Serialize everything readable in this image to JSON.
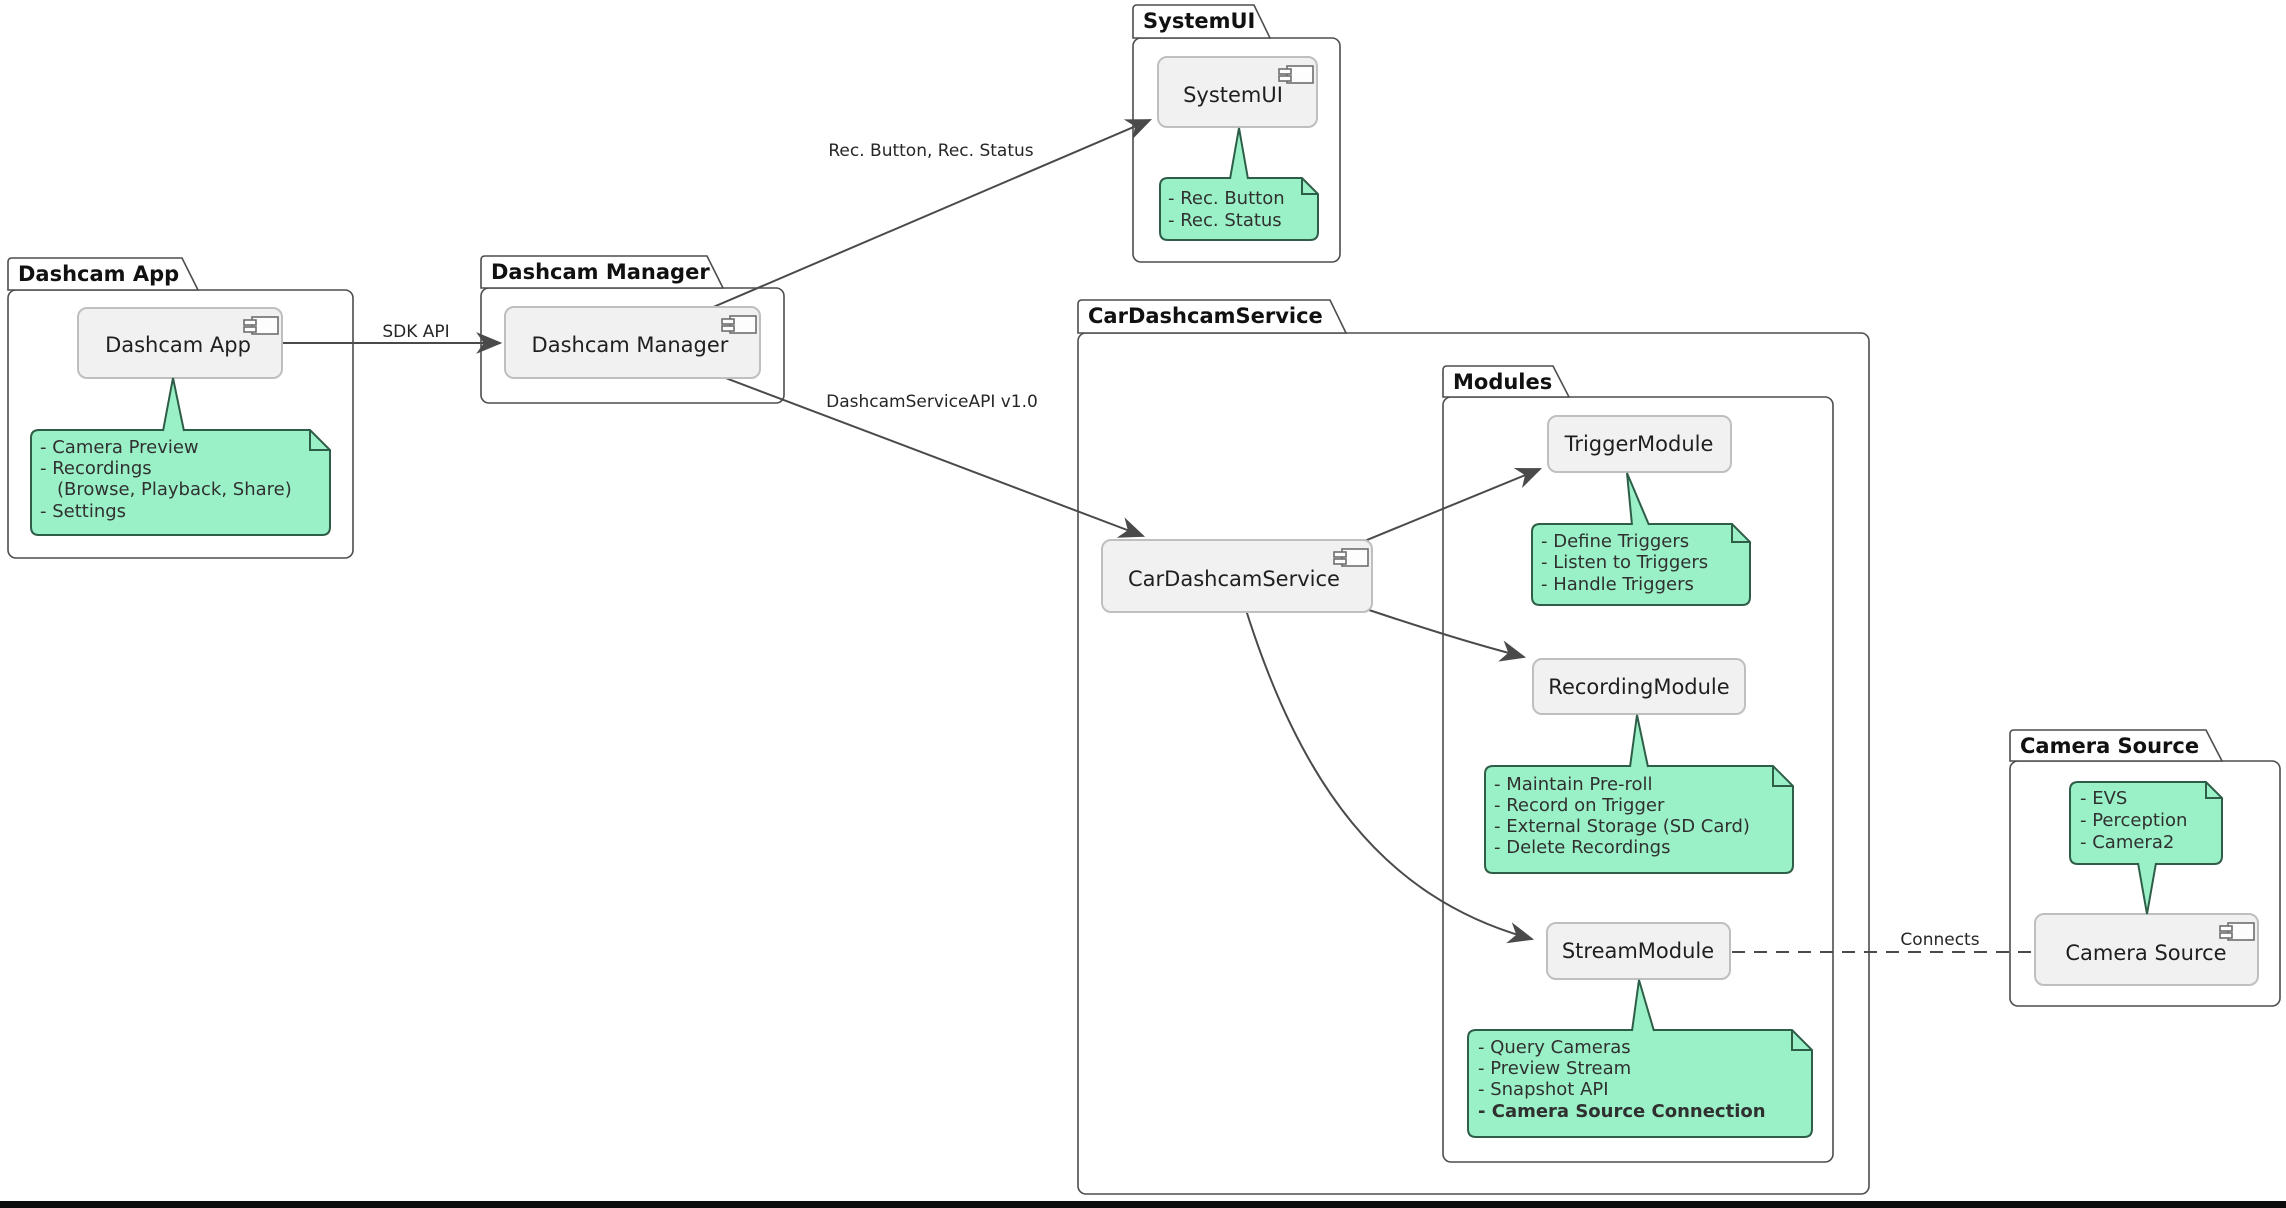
{
  "packages": {
    "dashcam_app": {
      "title": "Dashcam App"
    },
    "dashcam_manager": {
      "title": "Dashcam Manager"
    },
    "systemui": {
      "title": "SystemUI"
    },
    "car_dashcam_service": {
      "title": "CarDashcamService"
    },
    "modules": {
      "title": "Modules"
    },
    "camera_source": {
      "title": "Camera Source"
    }
  },
  "components": {
    "dashcam_app": {
      "label": "Dashcam App"
    },
    "dashcam_manager": {
      "label": "Dashcam Manager"
    },
    "systemui": {
      "label": "SystemUI"
    },
    "car_dashcam_service": {
      "label": "CarDashcamService"
    },
    "trigger_module": {
      "label": "TriggerModule"
    },
    "recording_module": {
      "label": "RecordingModule"
    },
    "stream_module": {
      "label": "StreamModule"
    },
    "camera_source": {
      "label": "Camera Source"
    }
  },
  "notes": {
    "dashcam_app": {
      "lines": [
        "- Camera Preview",
        "- Recordings",
        "(Browse, Playback, Share)",
        "- Settings"
      ]
    },
    "systemui": {
      "lines": [
        "- Rec. Button",
        "- Rec. Status"
      ]
    },
    "trigger_module": {
      "lines": [
        "- Define Triggers",
        "- Listen to Triggers",
        "- Handle Triggers"
      ]
    },
    "recording_module": {
      "lines": [
        "- Maintain Pre-roll",
        "- Record on Trigger",
        "- External Storage (SD Card)",
        "- Delete Recordings"
      ]
    },
    "stream_module": {
      "lines": [
        "- Query Cameras",
        "- Preview Stream",
        "- Snapshot API",
        "- Camera Source Connection"
      ]
    },
    "camera_source": {
      "lines": [
        "- EVS",
        "- Perception",
        "- Camera2"
      ]
    }
  },
  "edges": {
    "sdk_api": {
      "label": "SDK API"
    },
    "rec_status": {
      "label": "Rec. Button, Rec. Status"
    },
    "service_api": {
      "label": "DashcamServiceAPI v1.0"
    },
    "connects": {
      "label": "Connects"
    }
  },
  "colors": {
    "note_fill": "#9bf1c7",
    "note_border": "#2e5e48",
    "component_fill": "#f1f1f1",
    "component_border": "#bfbfbf",
    "package_border": "#4d4d4d",
    "line": "#4a4a4a",
    "text": "#262626",
    "bottom_bar": "#0c0c0c"
  }
}
